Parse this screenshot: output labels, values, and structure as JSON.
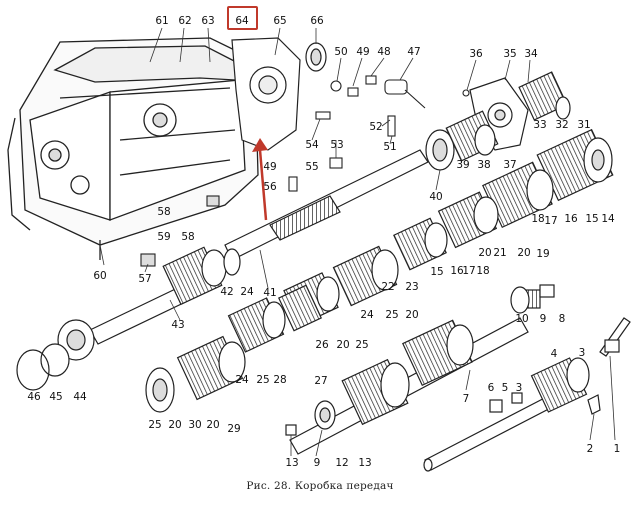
{
  "caption": "Рис. 28. Коробка передач",
  "highlight": {
    "label": "64",
    "color": "#c0392b"
  },
  "callouts": {
    "c61": "61",
    "c62": "62",
    "c63": "63",
    "c64": "64",
    "c65": "65",
    "c66": "66",
    "c50": "50",
    "c49": "49",
    "c48": "48",
    "c47": "47",
    "c36": "36",
    "c35": "35",
    "c34": "34",
    "c54": "54",
    "c53": "53",
    "c52": "52",
    "c51": "51",
    "c33": "33",
    "c32": "32",
    "c31": "31",
    "c49b": "49",
    "c55": "55",
    "c56": "56",
    "c39": "39",
    "c38": "38",
    "c37": "37",
    "c40": "40",
    "c18a": "18",
    "c17a": "17",
    "c16a": "16",
    "c15a": "15",
    "c14": "14",
    "c58": "58",
    "c59": "59",
    "c60": "60",
    "c57": "57",
    "c20a": "20",
    "c21a": "21",
    "c20b": "20",
    "c19": "19",
    "c15b": "15",
    "c16b": "16",
    "c17b": "17",
    "c18b": "18",
    "c22": "22",
    "c23": "23",
    "c42a": "42",
    "c24a": "24",
    "c41": "41",
    "c43": "43",
    "c24b": "24",
    "c25a": "25",
    "c20c": "20",
    "c10": "10",
    "c9a": "9",
    "c8": "8",
    "c26": "26",
    "c46": "46",
    "c45": "45",
    "c44": "44",
    "c24c": "24",
    "c25b": "25",
    "c28": "28",
    "c27": "27",
    "c4": "4",
    "c3a": "3",
    "c7": "7",
    "c6": "6",
    "c5": "5",
    "c3b": "3",
    "c25c": "25",
    "c20d": "20",
    "c30": "30",
    "c29": "29",
    "c2": "2",
    "c1": "1",
    "c13a": "13",
    "c9b": "9",
    "c12": "12",
    "c13b": "13"
  }
}
